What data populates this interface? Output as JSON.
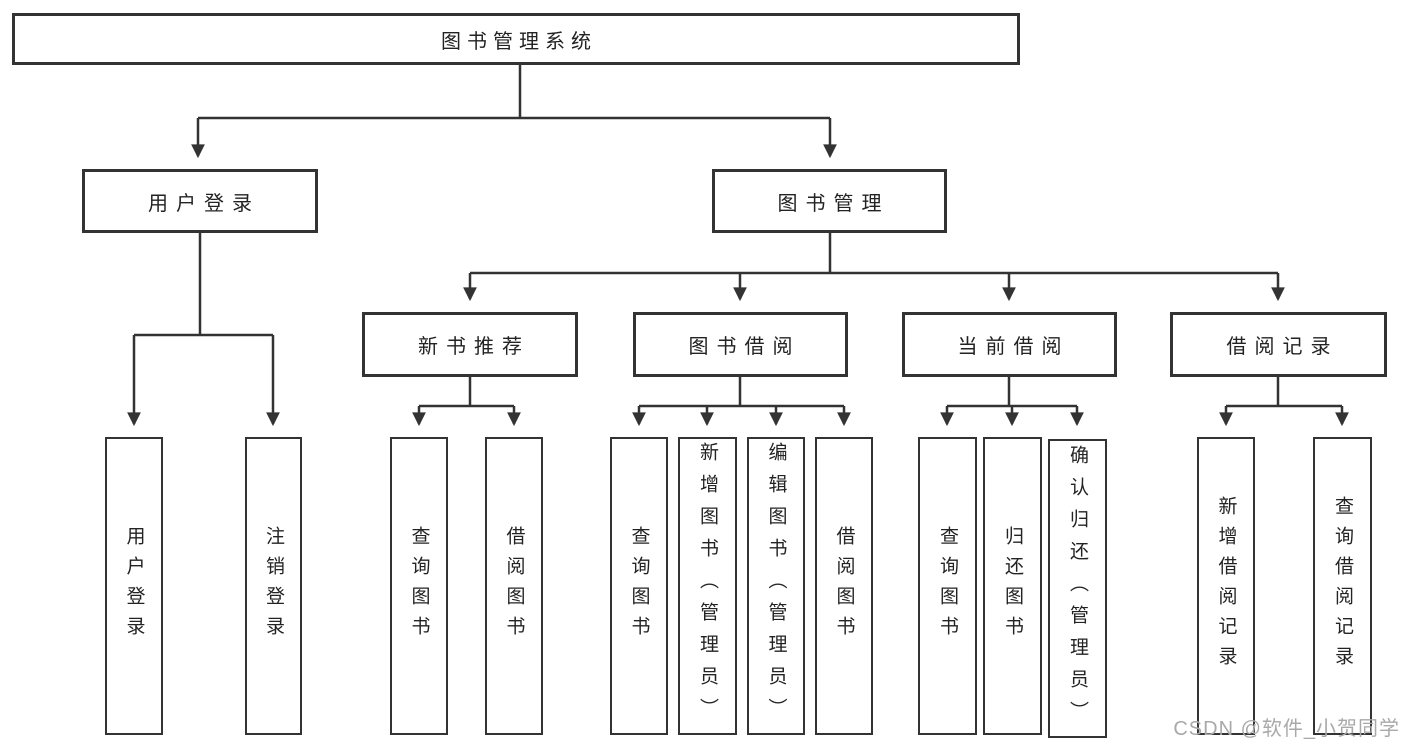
{
  "diagram": {
    "type": "hierarchy-tree",
    "nodes": {
      "root": {
        "label": "图书管理系统"
      },
      "user_login": {
        "label": "用户登录"
      },
      "book_mgmt": {
        "label": "图书管理"
      },
      "new_book_rec": {
        "label": "新书推荐"
      },
      "book_borrow": {
        "label": "图书借阅"
      },
      "current_borrow": {
        "label": "当前借阅"
      },
      "borrow_records": {
        "label": "借阅记录"
      },
      "ul_user_login": {
        "label": "用户登录"
      },
      "ul_logout": {
        "label": "注销登录"
      },
      "nbr_query_books": {
        "label": "查询图书"
      },
      "nbr_borrow_books": {
        "label": "借阅图书"
      },
      "bb_query_books": {
        "label": "查询图书"
      },
      "bb_add_books": {
        "label": "新增图书（管理员）"
      },
      "bb_edit_books": {
        "label": "编辑图书（管理员）"
      },
      "bb_borrow_books": {
        "label": "借阅图书"
      },
      "cb_query_books": {
        "label": "查询图书"
      },
      "cb_return_books": {
        "label": "归还图书"
      },
      "cb_confirm_return": {
        "label": "确认归还（管理员）"
      },
      "br_add_record": {
        "label": "新增借阅记录"
      },
      "br_query_record": {
        "label": "查询借阅记录"
      }
    },
    "edges": [
      {
        "from": "root",
        "to": "user_login"
      },
      {
        "from": "root",
        "to": "book_mgmt"
      },
      {
        "from": "user_login",
        "to": "ul_user_login"
      },
      {
        "from": "user_login",
        "to": "ul_logout"
      },
      {
        "from": "book_mgmt",
        "to": "new_book_rec"
      },
      {
        "from": "book_mgmt",
        "to": "book_borrow"
      },
      {
        "from": "book_mgmt",
        "to": "current_borrow"
      },
      {
        "from": "book_mgmt",
        "to": "borrow_records"
      },
      {
        "from": "new_book_rec",
        "to": "nbr_query_books"
      },
      {
        "from": "new_book_rec",
        "to": "nbr_borrow_books"
      },
      {
        "from": "book_borrow",
        "to": "bb_query_books"
      },
      {
        "from": "book_borrow",
        "to": "bb_add_books"
      },
      {
        "from": "book_borrow",
        "to": "bb_edit_books"
      },
      {
        "from": "book_borrow",
        "to": "bb_borrow_books"
      },
      {
        "from": "current_borrow",
        "to": "cb_query_books"
      },
      {
        "from": "current_borrow",
        "to": "cb_return_books"
      },
      {
        "from": "current_borrow",
        "to": "cb_confirm_return"
      },
      {
        "from": "borrow_records",
        "to": "br_add_record"
      },
      {
        "from": "borrow_records",
        "to": "br_query_record"
      }
    ],
    "colors": {
      "line": "#333333",
      "box_border": "#333333",
      "box_fill": "#ffffff",
      "text": "#232323",
      "watermark": "#a9a9a9"
    }
  },
  "watermark": {
    "text": "CSDN @软件_小贺同学"
  }
}
